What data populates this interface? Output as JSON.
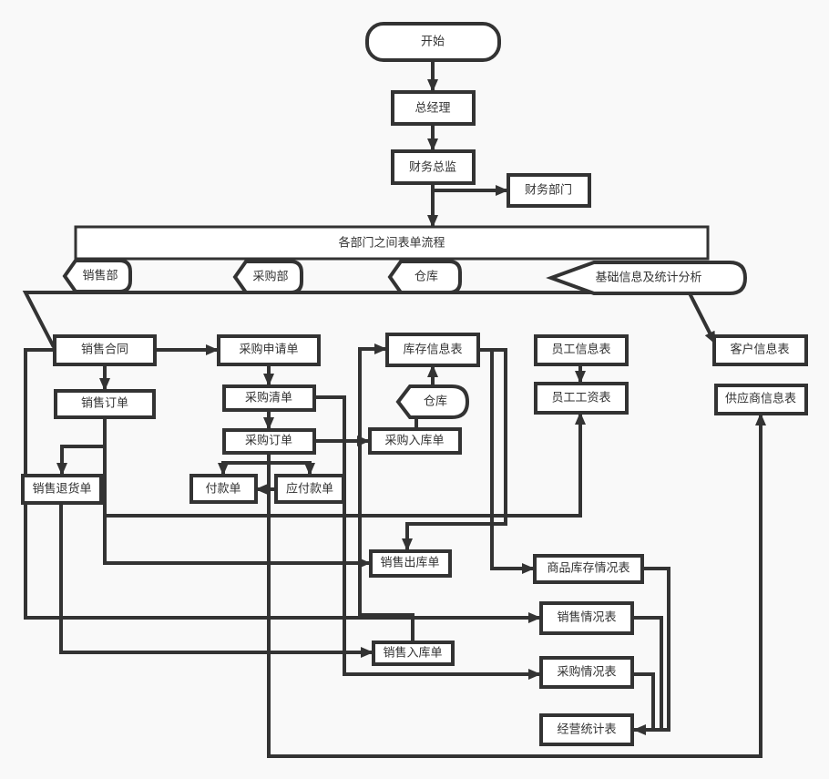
{
  "colors": {
    "stroke": "#333333",
    "node_fill": "#ffffff",
    "background": "#f9f9f9"
  },
  "diagram": {
    "nodes": {
      "start": {
        "label": "开始",
        "shape": "terminator"
      },
      "general_manager": {
        "label": "总经理",
        "shape": "process"
      },
      "cfo": {
        "label": "财务总监",
        "shape": "process"
      },
      "finance_dept": {
        "label": "财务部门",
        "shape": "process"
      },
      "header": {
        "label": "各部门之间表单流程",
        "shape": "banner"
      },
      "lane_sales": {
        "label": "销售部",
        "shape": "display"
      },
      "lane_purchase": {
        "label": "采购部",
        "shape": "display"
      },
      "lane_warehouse": {
        "label": "仓库",
        "shape": "display"
      },
      "lane_analysis": {
        "label": "基础信息及统计分析",
        "shape": "display"
      },
      "sales_contract": {
        "label": "销售合同",
        "shape": "process"
      },
      "purchase_request": {
        "label": "采购申请单",
        "shape": "process"
      },
      "inventory_info": {
        "label": "库存信息表",
        "shape": "process"
      },
      "employee_info": {
        "label": "员工信息表",
        "shape": "process"
      },
      "customer_info": {
        "label": "客户信息表",
        "shape": "process"
      },
      "sales_order": {
        "label": "销售订单",
        "shape": "process"
      },
      "purchase_list": {
        "label": "采购清单",
        "shape": "process"
      },
      "warehouse": {
        "label": "仓库",
        "shape": "display"
      },
      "employee_salary": {
        "label": "员工工资表",
        "shape": "process"
      },
      "supplier_info": {
        "label": "供应商信息表",
        "shape": "process"
      },
      "purchase_order": {
        "label": "采购订单",
        "shape": "process"
      },
      "purchase_receipt": {
        "label": "采购入库单",
        "shape": "process"
      },
      "sales_return": {
        "label": "销售退货单",
        "shape": "process"
      },
      "payment": {
        "label": "付款单",
        "shape": "process"
      },
      "payable": {
        "label": "应付款单",
        "shape": "process"
      },
      "sales_outbound": {
        "label": "销售出库单",
        "shape": "process"
      },
      "stock_report": {
        "label": "商品库存情况表",
        "shape": "process"
      },
      "sales_report": {
        "label": "销售情况表",
        "shape": "process"
      },
      "sales_inbound": {
        "label": "销售入库单",
        "shape": "process"
      },
      "purchase_report": {
        "label": "采购情况表",
        "shape": "process"
      },
      "business_stats": {
        "label": "经营统计表",
        "shape": "process"
      }
    },
    "edges": [
      {
        "from": "start",
        "to": "general_manager"
      },
      {
        "from": "general_manager",
        "to": "cfo"
      },
      {
        "from": "cfo",
        "to": "finance_dept"
      },
      {
        "from": "cfo",
        "to": "header"
      },
      {
        "from": "lane_sales",
        "to": "sales_contract"
      },
      {
        "from": "lane_analysis",
        "to": "customer_info"
      },
      {
        "from": "sales_contract",
        "to": "purchase_request"
      },
      {
        "from": "sales_contract",
        "to": "sales_order"
      },
      {
        "from": "sales_contract",
        "to": "sales_report"
      },
      {
        "from": "purchase_request",
        "to": "purchase_list"
      },
      {
        "from": "purchase_list",
        "to": "purchase_order"
      },
      {
        "from": "purchase_list",
        "to": "purchase_report"
      },
      {
        "from": "purchase_order",
        "to": "purchase_receipt"
      },
      {
        "from": "purchase_order",
        "to": "payment"
      },
      {
        "from": "purchase_order",
        "to": "payable"
      },
      {
        "from": "purchase_order",
        "to": "supplier_info"
      },
      {
        "from": "payable",
        "to": "payment"
      },
      {
        "from": "sales_order",
        "to": "sales_return"
      },
      {
        "from": "sales_order",
        "to": "employee_salary"
      },
      {
        "from": "sales_order",
        "to": "sales_outbound"
      },
      {
        "from": "sales_return",
        "to": "sales_inbound"
      },
      {
        "from": "sales_inbound",
        "to": "inventory_info"
      },
      {
        "from": "warehouse",
        "to": "inventory_info"
      },
      {
        "from": "purchase_receipt",
        "to": "warehouse"
      },
      {
        "from": "inventory_info",
        "to": "sales_outbound"
      },
      {
        "from": "inventory_info",
        "to": "stock_report"
      },
      {
        "from": "employee_info",
        "to": "employee_salary"
      },
      {
        "from": "stock_report",
        "to": "business_stats"
      },
      {
        "from": "sales_report",
        "to": "business_stats"
      },
      {
        "from": "purchase_report",
        "to": "business_stats"
      }
    ]
  }
}
